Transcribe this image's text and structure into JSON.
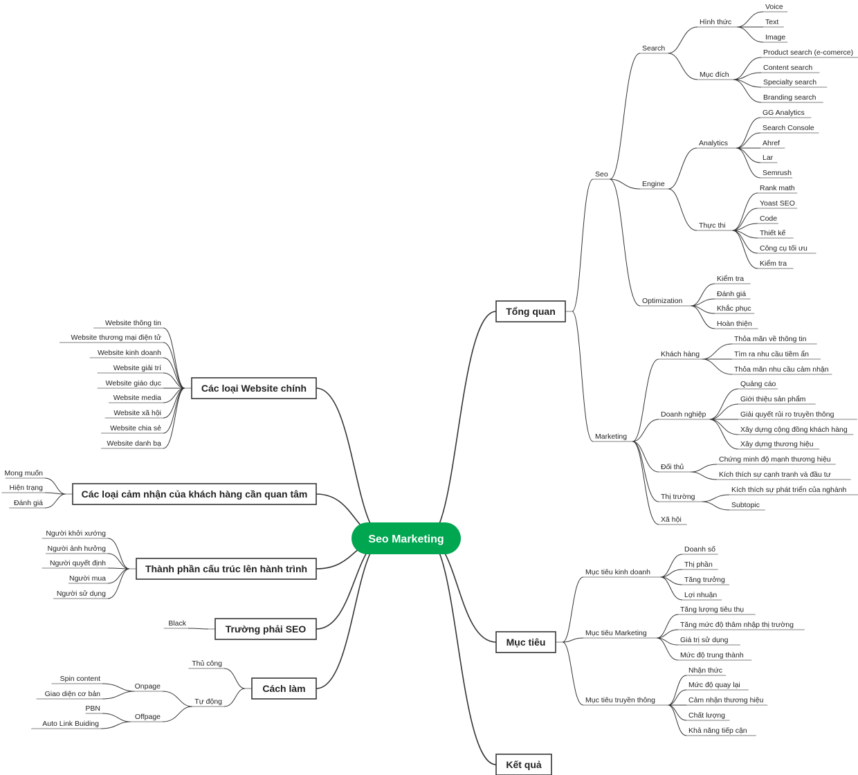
{
  "colors": {
    "root": "#00a650",
    "line": "#333333",
    "text": "#222222"
  },
  "mindmap": {
    "label": "Seo Marketing",
    "children": [
      {
        "label": "Tổng quan",
        "children": [
          {
            "label": "Seo",
            "children": [
              {
                "label": "Search",
                "children": [
                  {
                    "label": "Hình thức",
                    "children": [
                      {
                        "label": "Voice"
                      },
                      {
                        "label": "Text"
                      },
                      {
                        "label": "Image"
                      }
                    ]
                  },
                  {
                    "label": "Mục đích",
                    "children": [
                      {
                        "label": "Product search (e-comerce)"
                      },
                      {
                        "label": "Content search"
                      },
                      {
                        "label": "Specialty search"
                      },
                      {
                        "label": "Branding search"
                      }
                    ]
                  }
                ]
              },
              {
                "label": "Engine",
                "children": [
                  {
                    "label": "Analytics",
                    "children": [
                      {
                        "label": "GG Analytics"
                      },
                      {
                        "label": "Search Console"
                      },
                      {
                        "label": "Ahref"
                      },
                      {
                        "label": "Lar"
                      },
                      {
                        "label": "Semrush"
                      }
                    ]
                  },
                  {
                    "label": "Thực thi",
                    "children": [
                      {
                        "label": "Rank math"
                      },
                      {
                        "label": "Yoast SEO"
                      },
                      {
                        "label": "Code"
                      },
                      {
                        "label": "Thiết kế"
                      },
                      {
                        "label": "Công cụ tối ưu"
                      },
                      {
                        "label": "Kiểm tra"
                      }
                    ]
                  }
                ]
              },
              {
                "label": "Optimization",
                "children": [
                  {
                    "label": "Kiểm tra"
                  },
                  {
                    "label": "Đánh giá"
                  },
                  {
                    "label": "Khắc phục"
                  },
                  {
                    "label": "Hoàn thiện"
                  }
                ]
              }
            ]
          },
          {
            "label": "Marketing",
            "children": [
              {
                "label": "Khách hàng",
                "children": [
                  {
                    "label": "Thỏa mãn về thông tin"
                  },
                  {
                    "label": "Tìm ra nhu cầu tiềm ẩn"
                  },
                  {
                    "label": "Thỏa mãn nhu cầu cảm nhận"
                  }
                ]
              },
              {
                "label": "Doanh nghiệp",
                "children": [
                  {
                    "label": "Quảng cáo"
                  },
                  {
                    "label": "Giới thiệu sản phẩm"
                  },
                  {
                    "label": "Giải quyết rủi ro truyền thông"
                  },
                  {
                    "label": "Xây dựng cộng đồng khách hàng"
                  },
                  {
                    "label": "Xây dựng thương hiệu"
                  }
                ]
              },
              {
                "label": "Đối thủ",
                "children": [
                  {
                    "label": "Chứng minh độ mạnh thương hiệu"
                  },
                  {
                    "label": "Kích thích sự cạnh tranh và đầu tư"
                  }
                ]
              },
              {
                "label": "Thị trường",
                "children": [
                  {
                    "label": "Kích thích sự phát triển của nghành"
                  },
                  {
                    "label": "Subtopic"
                  }
                ]
              },
              {
                "label": "Xã hội"
              }
            ]
          }
        ]
      },
      {
        "label": "Mục tiêu",
        "children": [
          {
            "label": "Mục tiêu kinh doanh",
            "children": [
              {
                "label": "Doanh số"
              },
              {
                "label": "Thị phần"
              },
              {
                "label": "Tăng trưởng"
              },
              {
                "label": "Lợi nhuận"
              }
            ]
          },
          {
            "label": "Mục tiêu Marketing",
            "children": [
              {
                "label": "Tăng lượng tiêu thụ"
              },
              {
                "label": "Tăng mức độ thâm nhập thị trường"
              },
              {
                "label": "Giá trị sử dụng"
              },
              {
                "label": "Mức độ trung thành"
              }
            ]
          },
          {
            "label": "Mục tiêu truyền thông",
            "children": [
              {
                "label": "Nhận thức"
              },
              {
                "label": "Mức độ quay lại"
              },
              {
                "label": "Cảm nhận thương hiệu"
              },
              {
                "label": "Chất lượng"
              },
              {
                "label": "Khả năng tiếp cận"
              }
            ]
          }
        ]
      },
      {
        "label": "Kết quả"
      },
      {
        "label": "Các loại Website chính",
        "children": [
          {
            "label": "Website thông tin"
          },
          {
            "label": "Website thương mại điện tử"
          },
          {
            "label": "Website kinh doanh"
          },
          {
            "label": "Website giải trí"
          },
          {
            "label": "Website giáo dục"
          },
          {
            "label": "Website media"
          },
          {
            "label": "Website xã hội"
          },
          {
            "label": "Website chia sẻ"
          },
          {
            "label": "Website danh bạ"
          }
        ]
      },
      {
        "label": "Các loại cảm nhận của khách hàng cần quan tâm",
        "children": [
          {
            "label": "Mong muốn"
          },
          {
            "label": "Hiện trạng"
          },
          {
            "label": "Đánh giá"
          }
        ]
      },
      {
        "label": "Thành phần cấu trúc lên hành trình",
        "children": [
          {
            "label": "Người khởi xướng"
          },
          {
            "label": "Người ảnh hưởng"
          },
          {
            "label": "Người quyết định"
          },
          {
            "label": "Người mua"
          },
          {
            "label": "Người sử dụng"
          }
        ]
      },
      {
        "label": "Trường phải SEO",
        "children": [
          {
            "label": "Black"
          }
        ]
      },
      {
        "label": "Cách làm",
        "children": [
          {
            "label": "Thủ công"
          },
          {
            "label": "Tự động",
            "children": [
              {
                "label": "Onpage",
                "children": [
                  {
                    "label": "Spin content"
                  },
                  {
                    "label": "Giao diện cơ bản"
                  }
                ]
              },
              {
                "label": "Offpage",
                "children": [
                  {
                    "label": "PBN"
                  },
                  {
                    "label": "Auto Link Buiding"
                  }
                ]
              }
            ]
          }
        ]
      }
    ]
  }
}
